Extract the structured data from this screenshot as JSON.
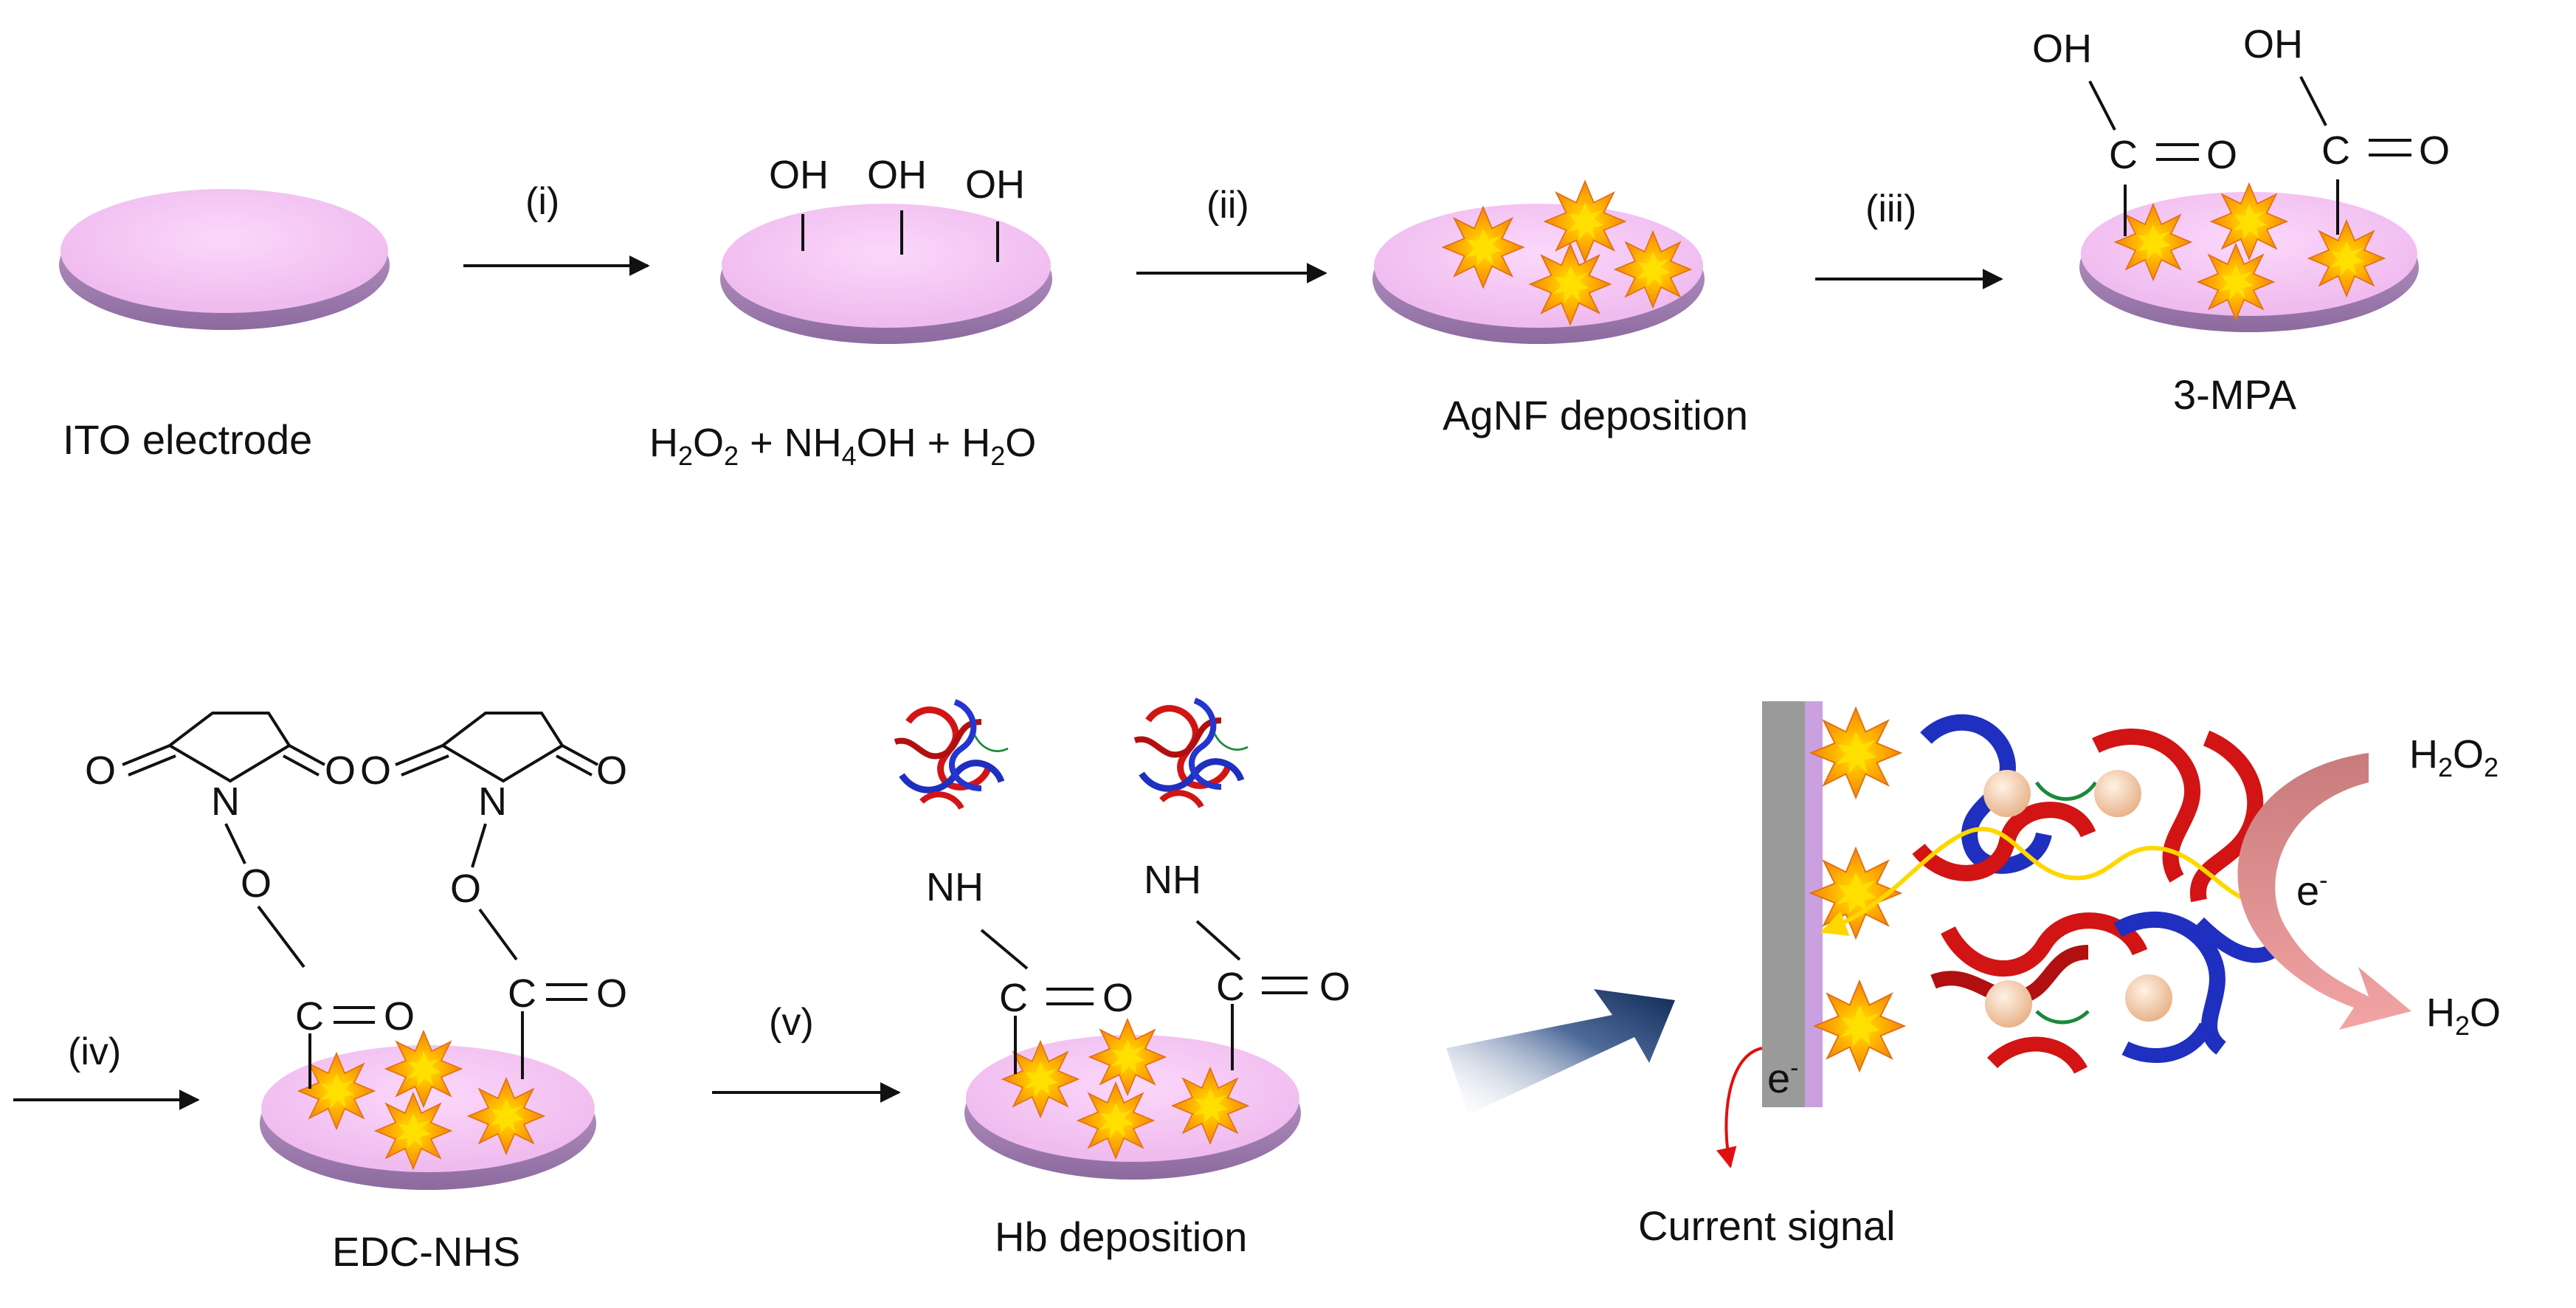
{
  "steps": {
    "i": "(i)",
    "ii": "(ii)",
    "iii": "(iii)",
    "iv": "(iv)",
    "v": "(v)"
  },
  "labels": {
    "ito": "ITO electrode",
    "piranha": {
      "h": "H",
      "two": "2",
      "o": "O",
      "plus_nh": " + NH",
      "four": "4",
      "oh_plus_h": "OH + H",
      "o_end": "O"
    },
    "agnf": "AgNF deposition",
    "mpa": "3-MPA",
    "edc": "EDC-NHS",
    "hb": "Hb deposition",
    "current": "Current signal"
  },
  "atoms": {
    "oh": "OH",
    "c": "C",
    "o": "O",
    "n": "N",
    "nh": "NH",
    "e": "e",
    "minus": "-",
    "h": "H",
    "two": "2"
  },
  "colors": {
    "electrode_top": "#f4c6f2",
    "electrode_side": "#a987b8",
    "nanoflower_outer": "#f49a1a",
    "nanoflower_inner": "#ffe000",
    "protein_red": "#d21414",
    "protein_blue": "#1f2fbf",
    "heme": "#f1c6a0",
    "arrow_out": "#f2a0a0",
    "electron_path": "#ffd700",
    "signal_arrow": "#e01010"
  }
}
